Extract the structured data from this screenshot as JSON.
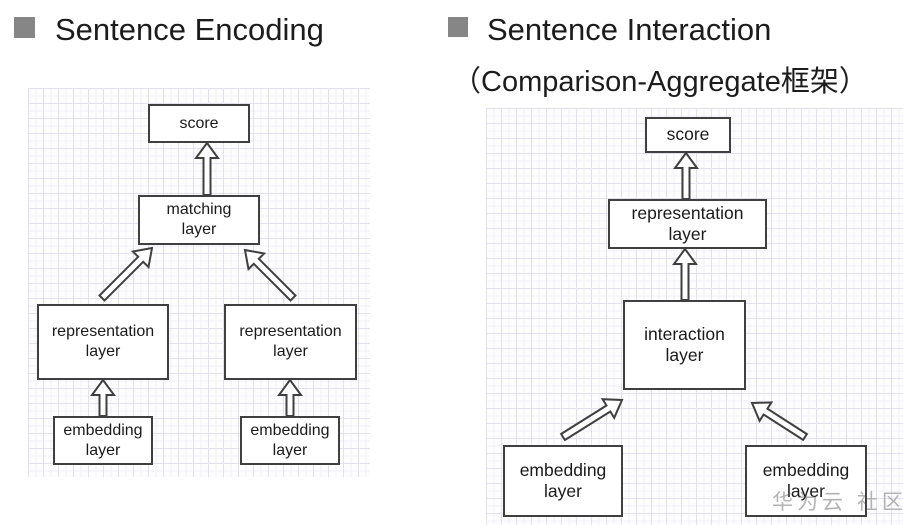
{
  "header": {
    "left_title": "Sentence Encoding",
    "right_title": "Sentence Interaction",
    "right_subtitle": "（Comparison-Aggregate框架）"
  },
  "left_diagram": {
    "nodes": {
      "score": "score",
      "matching": "matching\nlayer",
      "representation_left": "representation\nlayer",
      "representation_right": "representation\nlayer",
      "embedding_left": "embedding\nlayer",
      "embedding_right": "embedding\nlayer"
    },
    "edges": [
      {
        "from": "embedding_left",
        "to": "representation_left"
      },
      {
        "from": "embedding_right",
        "to": "representation_right"
      },
      {
        "from": "representation_left",
        "to": "matching"
      },
      {
        "from": "representation_right",
        "to": "matching"
      },
      {
        "from": "matching",
        "to": "score"
      }
    ]
  },
  "right_diagram": {
    "nodes": {
      "score": "score",
      "representation": "representation\nlayer",
      "interaction": "interaction\nlayer",
      "embedding_left": "embedding\nlayer",
      "embedding_right": "embedding\nlayer"
    },
    "edges": [
      {
        "from": "embedding_left",
        "to": "interaction"
      },
      {
        "from": "embedding_right",
        "to": "interaction"
      },
      {
        "from": "interaction",
        "to": "representation"
      },
      {
        "from": "representation",
        "to": "score"
      }
    ]
  },
  "watermark": "华为云 社区",
  "colors": {
    "slide_bg": "#ffffff",
    "bullet": "#868686",
    "title_text": "#1c1c1c",
    "box_border": "#3f3f3f",
    "box_fill": "#ffffff",
    "arrow_stroke": "#3f3f3f",
    "arrow_fill": "#ffffff",
    "grid_minor": "#f0f0f8",
    "grid_major": "#e2e2ef",
    "watermark_color": "#b3b3b3"
  }
}
